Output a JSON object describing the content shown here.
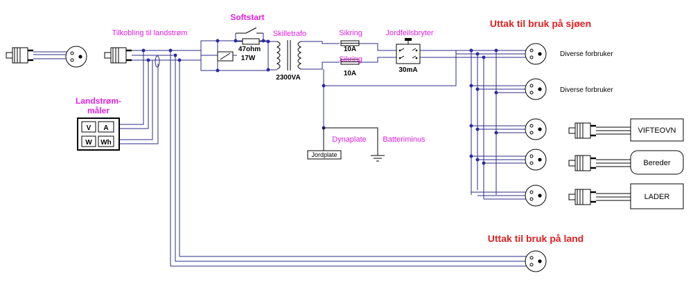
{
  "colors": {
    "wire": "#2a2a8a",
    "label_magenta": "#e020e0",
    "label_red": "#e02020",
    "junction": "#2a2aa0"
  },
  "labels": {
    "softstart": "Softstart",
    "tilkobling": "Tilkobling til landstrøm",
    "skilletrafo": "Skilletrafo",
    "sikring_top": "Sikring",
    "sikring_bottom": "Sikring",
    "jordfeilsbryter": "Jordfeilsbryter",
    "uttak_sjoen": "Uttak til bruk på sjøen",
    "uttak_land": "Uttak til bruk på land",
    "landstrom_line1": "Landstrøm-",
    "landstrom_line2": "måler",
    "dynaplate": "Dynaplate",
    "batteriminus": "Batteriminus"
  },
  "components": {
    "resistor_value": "47ohm",
    "resistor_power": "17W",
    "trafo_rating": "2300VA",
    "fuse_top": "10A",
    "fuse_bottom": "10A",
    "rcd_rating": "30mA",
    "jordplate": "Jordplate",
    "meter": {
      "v": "V",
      "a": "A",
      "w": "W",
      "wh": "Wh"
    }
  },
  "outlets": {
    "diverse_1": "Diverse forbruker",
    "diverse_2": "Diverse forbruker",
    "vifteovn": "VIFTEOVN",
    "bereder": "Bereder",
    "lader": "LADER"
  },
  "icons": [
    "plug-icon",
    "socket-icon",
    "resistor-icon",
    "switch-icon",
    "transformer-icon",
    "fuse-icon",
    "rcd-icon",
    "ground-icon",
    "meter-icon"
  ]
}
